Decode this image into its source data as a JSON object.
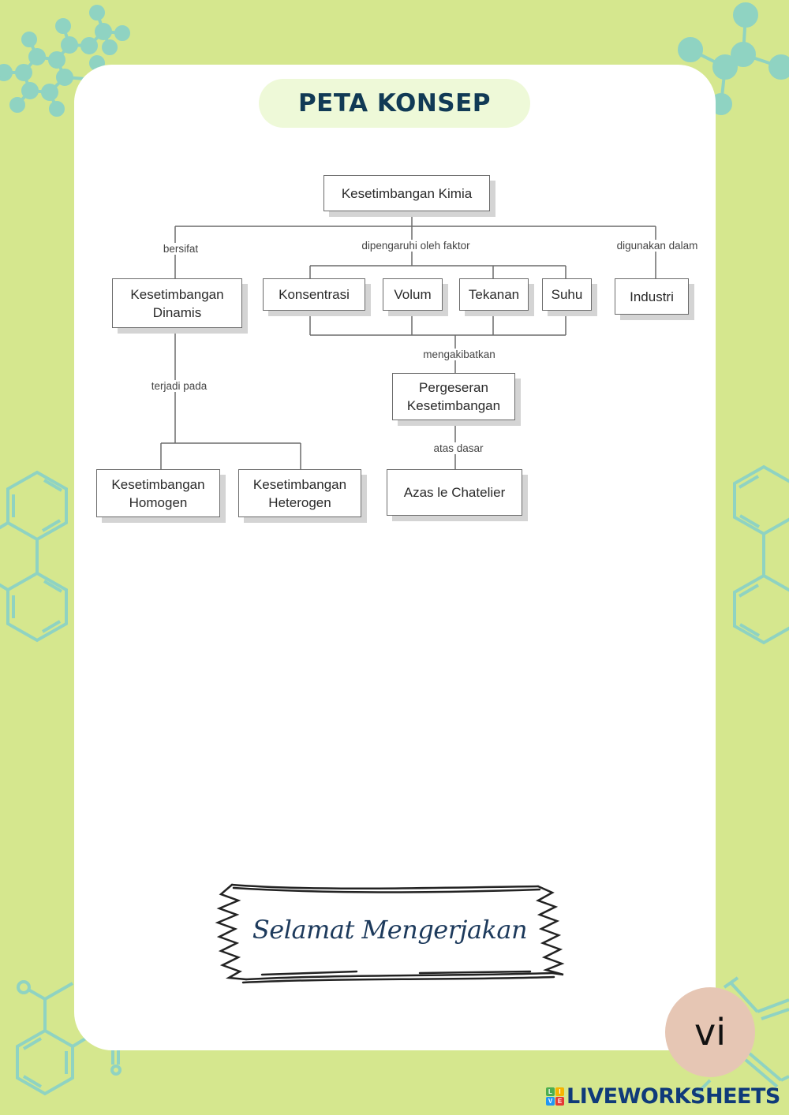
{
  "page": {
    "title": "PETA KONSEP",
    "closing_text": "Selamat Mengerjakan",
    "page_number": "vi",
    "watermark": "LIVEWORKSHEETS",
    "watermark_logo_letters": [
      "L",
      "I",
      "V",
      "E"
    ]
  },
  "colors": {
    "background": "#d5e78e",
    "card": "#ffffff",
    "title_pill": "#eef9d8",
    "title_text": "#113a55",
    "molecule": "#8fd3c2",
    "page_badge": "#e6c6b4",
    "watermark_text": "#0f3a7a"
  },
  "concept_map": {
    "root": "Kesetimbangan Kimia",
    "link_labels": {
      "bersifat": "bersifat",
      "dipengaruhi": "dipengaruhi oleh faktor",
      "digunakan": "digunakan dalam",
      "terjadi": "terjadi pada",
      "mengakibatkan": "mengakibatkan",
      "atas_dasar": "atas dasar"
    },
    "nodes": {
      "dinamis": "Kesetimbangan Dinamis",
      "konsentrasi": "Konsentrasi",
      "volum": "Volum",
      "tekanan": "Tekanan",
      "suhu": "Suhu",
      "industri": "Industri",
      "pergeseran": "Pergeseran Kesetimbangan",
      "homogen": "Kesetimbangan Homogen",
      "heterogen": "Kesetimbangan Heterogen",
      "chatelier": "Azas le Chatelier"
    }
  }
}
